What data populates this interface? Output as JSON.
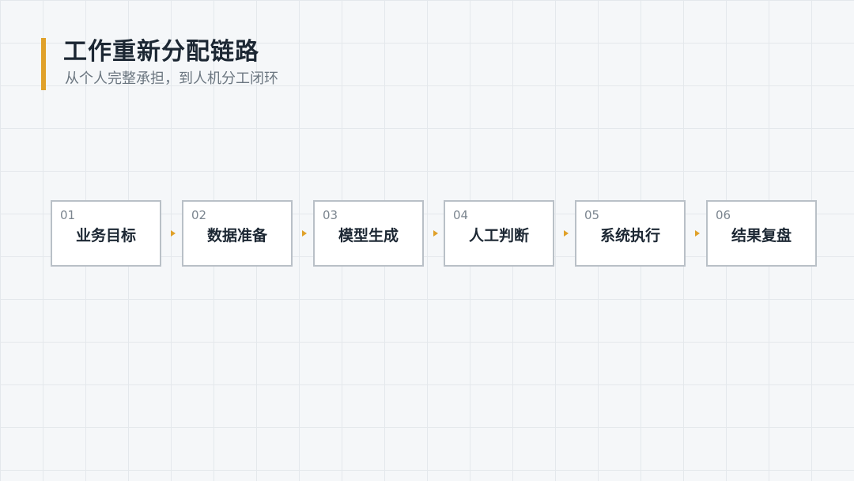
{
  "header": {
    "title": "工作重新分配链路",
    "subtitle": "从个人完整承担，到人机分工闭环"
  },
  "colors": {
    "accent": "#e0a12a",
    "title": "#1c2733",
    "subtitle": "#6b7680",
    "box_border": "#b9c0c7",
    "grid": "#e4e8ec"
  },
  "steps": [
    {
      "num": "01",
      "label": "业务目标"
    },
    {
      "num": "02",
      "label": "数据准备"
    },
    {
      "num": "03",
      "label": "模型生成"
    },
    {
      "num": "04",
      "label": "人工判断"
    },
    {
      "num": "05",
      "label": "系统执行"
    },
    {
      "num": "06",
      "label": "结果复盘"
    }
  ]
}
